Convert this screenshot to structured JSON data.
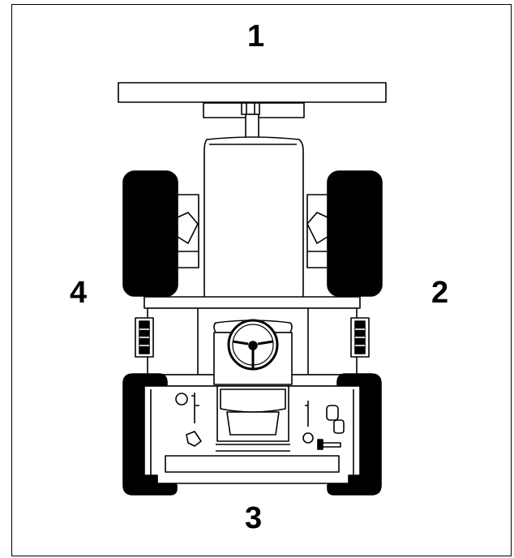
{
  "labels": {
    "front": "1",
    "right": "2",
    "rear": "3",
    "left": "4"
  }
}
